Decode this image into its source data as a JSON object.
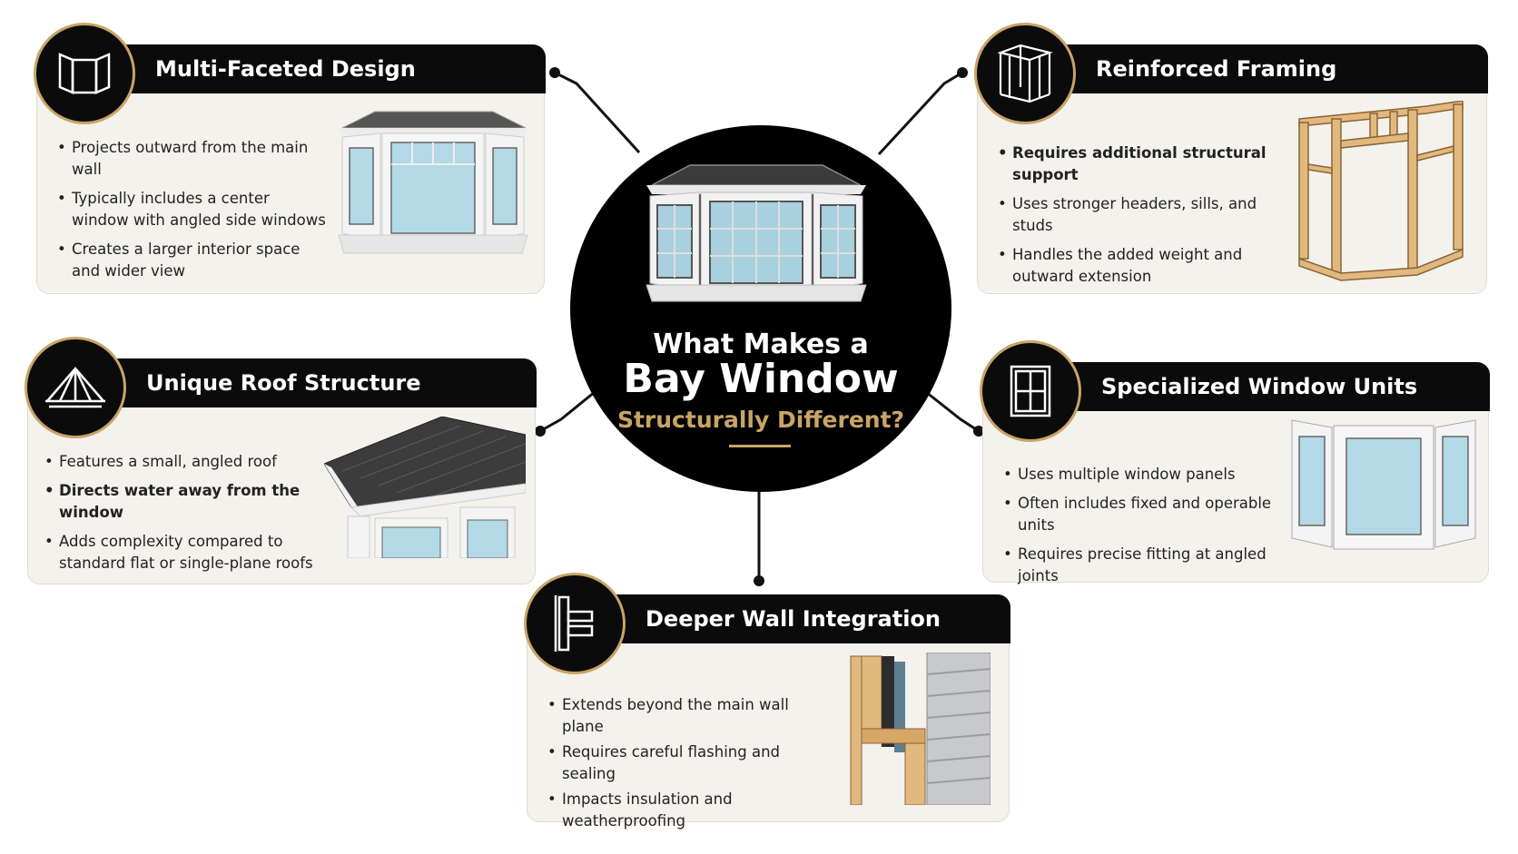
{
  "center": {
    "line1": "What Makes a",
    "line2": "Bay Window",
    "line3": "Structurally Different?"
  },
  "colors": {
    "accent": "#c9a467",
    "dark": "#0b0b0b",
    "card": "#f4f2ec"
  },
  "cards": [
    {
      "title": "Multi-Faceted Design",
      "icon": "folding-panels-icon",
      "bullets": [
        "Projects outward from the main wall",
        "Typically includes a center window with angled side windows",
        "Creates a larger interior space and wider view"
      ]
    },
    {
      "title": "Reinforced Framing",
      "icon": "frame-structure-icon",
      "bullets": [
        "Requires additional structural support",
        "Uses stronger headers, sills, and studs",
        "Handles the added weight and outward extension"
      ]
    },
    {
      "title": "Unique Roof Structure",
      "icon": "roof-truss-icon",
      "bullets": [
        "Features a small, angled roof",
        "Directs water away from the window",
        "Adds complexity compared to standard flat or single-plane roofs"
      ]
    },
    {
      "title": "Specialized Window Units",
      "icon": "window-grid-icon",
      "bullets": [
        "Uses multiple window panels",
        "Often includes fixed and operable units",
        "Requires precise fitting at angled joints"
      ]
    },
    {
      "title": "Deeper Wall Integration",
      "icon": "wall-section-icon",
      "bullets": [
        "Extends beyond the main wall plane",
        "Requires careful flashing and sealing",
        "Impacts insulation and weatherproofing"
      ]
    }
  ]
}
